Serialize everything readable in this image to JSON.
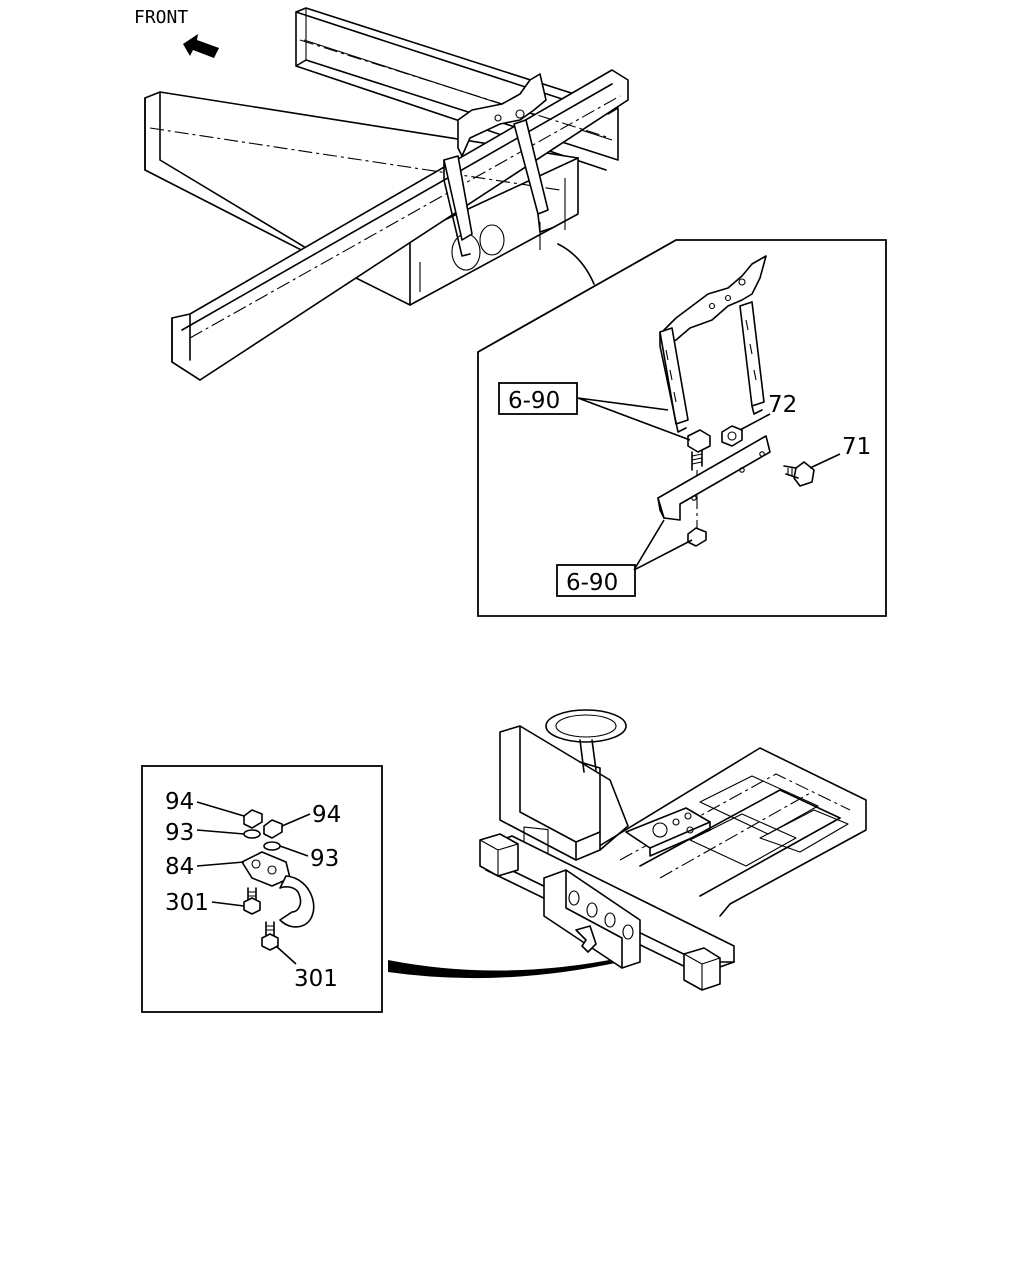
{
  "front_label": "FRONT",
  "callouts": {
    "ref_6_90_upper": "6-90",
    "ref_6_90_lower": "6-90",
    "part_72": "72",
    "part_71": "71",
    "part_94_left": "94",
    "part_94_right": "94",
    "part_93_left": "93",
    "part_93_right": "93",
    "part_84": "84",
    "part_301_left": "301",
    "part_301_bottom": "301"
  },
  "icons": {
    "front_arrow": "front-arrow-icon"
  }
}
